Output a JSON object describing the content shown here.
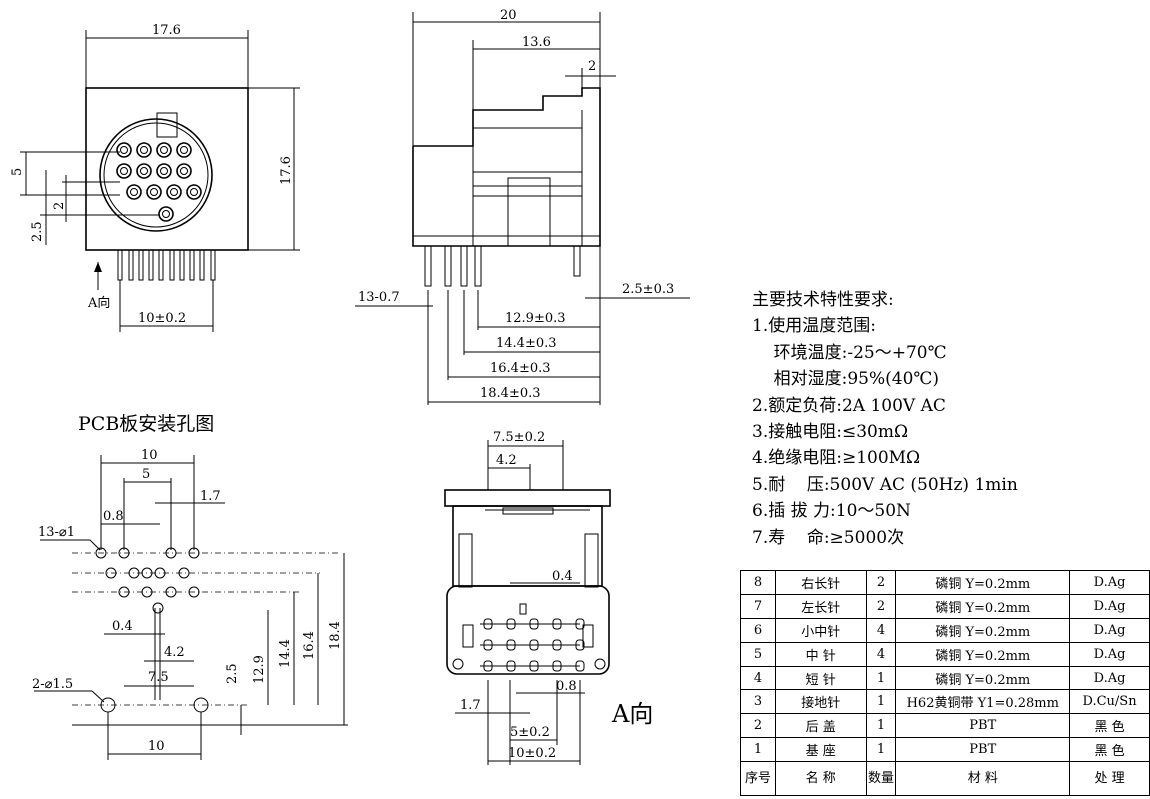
{
  "views": {
    "front": {
      "dim_width": "17.6",
      "dim_height": "17.6",
      "dim_5": "5",
      "dim_2_5": "2.5",
      "dim_2": "2",
      "dim_pitch": "10±0.2",
      "view_arrow": "A向"
    },
    "side": {
      "dim_20": "20",
      "dim_13_6": "13.6",
      "dim_2": "2",
      "dim_pins": "13-0.7",
      "dim_2_5": "2.5±0.3",
      "dim_12_9": "12.9±0.3",
      "dim_14_4": "14.4±0.3",
      "dim_16_4": "16.4±0.3",
      "dim_18_4": "18.4±0.3"
    },
    "pcb": {
      "title": "PCB板安装孔图",
      "dim_10_top": "10",
      "dim_5": "5",
      "dim_1_7": "1.7",
      "dim_0_8": "0.8",
      "hole_small": "13-⌀1",
      "dim_0_4": "0.4",
      "dim_4_2": "4.2",
      "dim_7_5": "7.5",
      "dim_2_5": "2.5",
      "dim_12_9": "12.9",
      "dim_14_4": "14.4",
      "dim_16_4": "16.4",
      "dim_18_4": "18.4",
      "hole_large": "2-⌀1.5",
      "dim_10_bottom": "10"
    },
    "bottom": {
      "dim_7_5": "7.5±0.2",
      "dim_4_2": "4.2",
      "dim_0_4": "0.4",
      "dim_0_8": "0.8",
      "dim_1_7": "1.7",
      "dim_5": "5±0.2",
      "dim_10": "10±0.2",
      "label": "A向"
    }
  },
  "requirements": {
    "title": "主要技术特性要求:",
    "items": [
      "1.使用温度范围:",
      "    环境温度:-25～+70℃",
      "    相对湿度:95%(40℃)",
      "2.额定负荷:2A 100V AC",
      "3.接触电阻:≤30mΩ",
      "4.绝缘电阻:≥100MΩ",
      "5.耐    压:500V AC (50Hz) 1min",
      "6.插 拔 力:10～50N",
      "7.寿    命:≥5000次"
    ]
  },
  "bom": {
    "rows": [
      {
        "no": "8",
        "name": "右长针",
        "qty": "2",
        "material": "磷铜 Y=0.2mm",
        "finish": "D.Ag"
      },
      {
        "no": "7",
        "name": "左长针",
        "qty": "2",
        "material": "磷铜 Y=0.2mm",
        "finish": "D.Ag"
      },
      {
        "no": "6",
        "name": "小中针",
        "qty": "4",
        "material": "磷铜 Y=0.2mm",
        "finish": "D.Ag"
      },
      {
        "no": "5",
        "name": "中  针",
        "qty": "4",
        "material": "磷铜 Y=0.2mm",
        "finish": "D.Ag"
      },
      {
        "no": "4",
        "name": "短  针",
        "qty": "1",
        "material": "磷铜 Y=0.2mm",
        "finish": "D.Ag"
      },
      {
        "no": "3",
        "name": "接地针",
        "qty": "1",
        "material": "H62黄铜带 Y1=0.28mm",
        "finish": "D.Cu/Sn"
      },
      {
        "no": "2",
        "name": "后  盖",
        "qty": "1",
        "material": "PBT",
        "finish": "黑 色"
      },
      {
        "no": "1",
        "name": "基  座",
        "qty": "1",
        "material": "PBT",
        "finish": "黑 色"
      }
    ],
    "header": {
      "no": "序号",
      "name": "名  称",
      "qty": "数量",
      "material": "材    料",
      "finish": "处    理"
    }
  }
}
